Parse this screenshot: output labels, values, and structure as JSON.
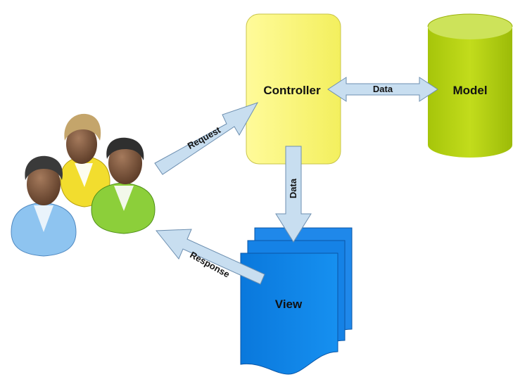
{
  "nodes": {
    "controller": {
      "label": "Controller"
    },
    "model": {
      "label": "Model"
    },
    "view": {
      "label": "View"
    }
  },
  "arrows": {
    "request": {
      "label": "Request"
    },
    "response": {
      "label": "Response"
    },
    "controller_model": {
      "label": "Data"
    },
    "controller_view": {
      "label": "Data"
    }
  },
  "actors": [
    {
      "name": "user-blue-shirt",
      "shirt_color": "#8ec4f0"
    },
    {
      "name": "user-yellow-shirt",
      "shirt_color": "#f2dd2e"
    },
    {
      "name": "user-green-shirt",
      "shirt_color": "#8ccf3a"
    }
  ],
  "colors": {
    "controller_fill": "#fbf97a",
    "model_fill": "#b7d40d",
    "view_fill": "#0a7fe6",
    "arrow_fill": "#c8def0",
    "arrow_stroke": "#6d8fb0"
  }
}
